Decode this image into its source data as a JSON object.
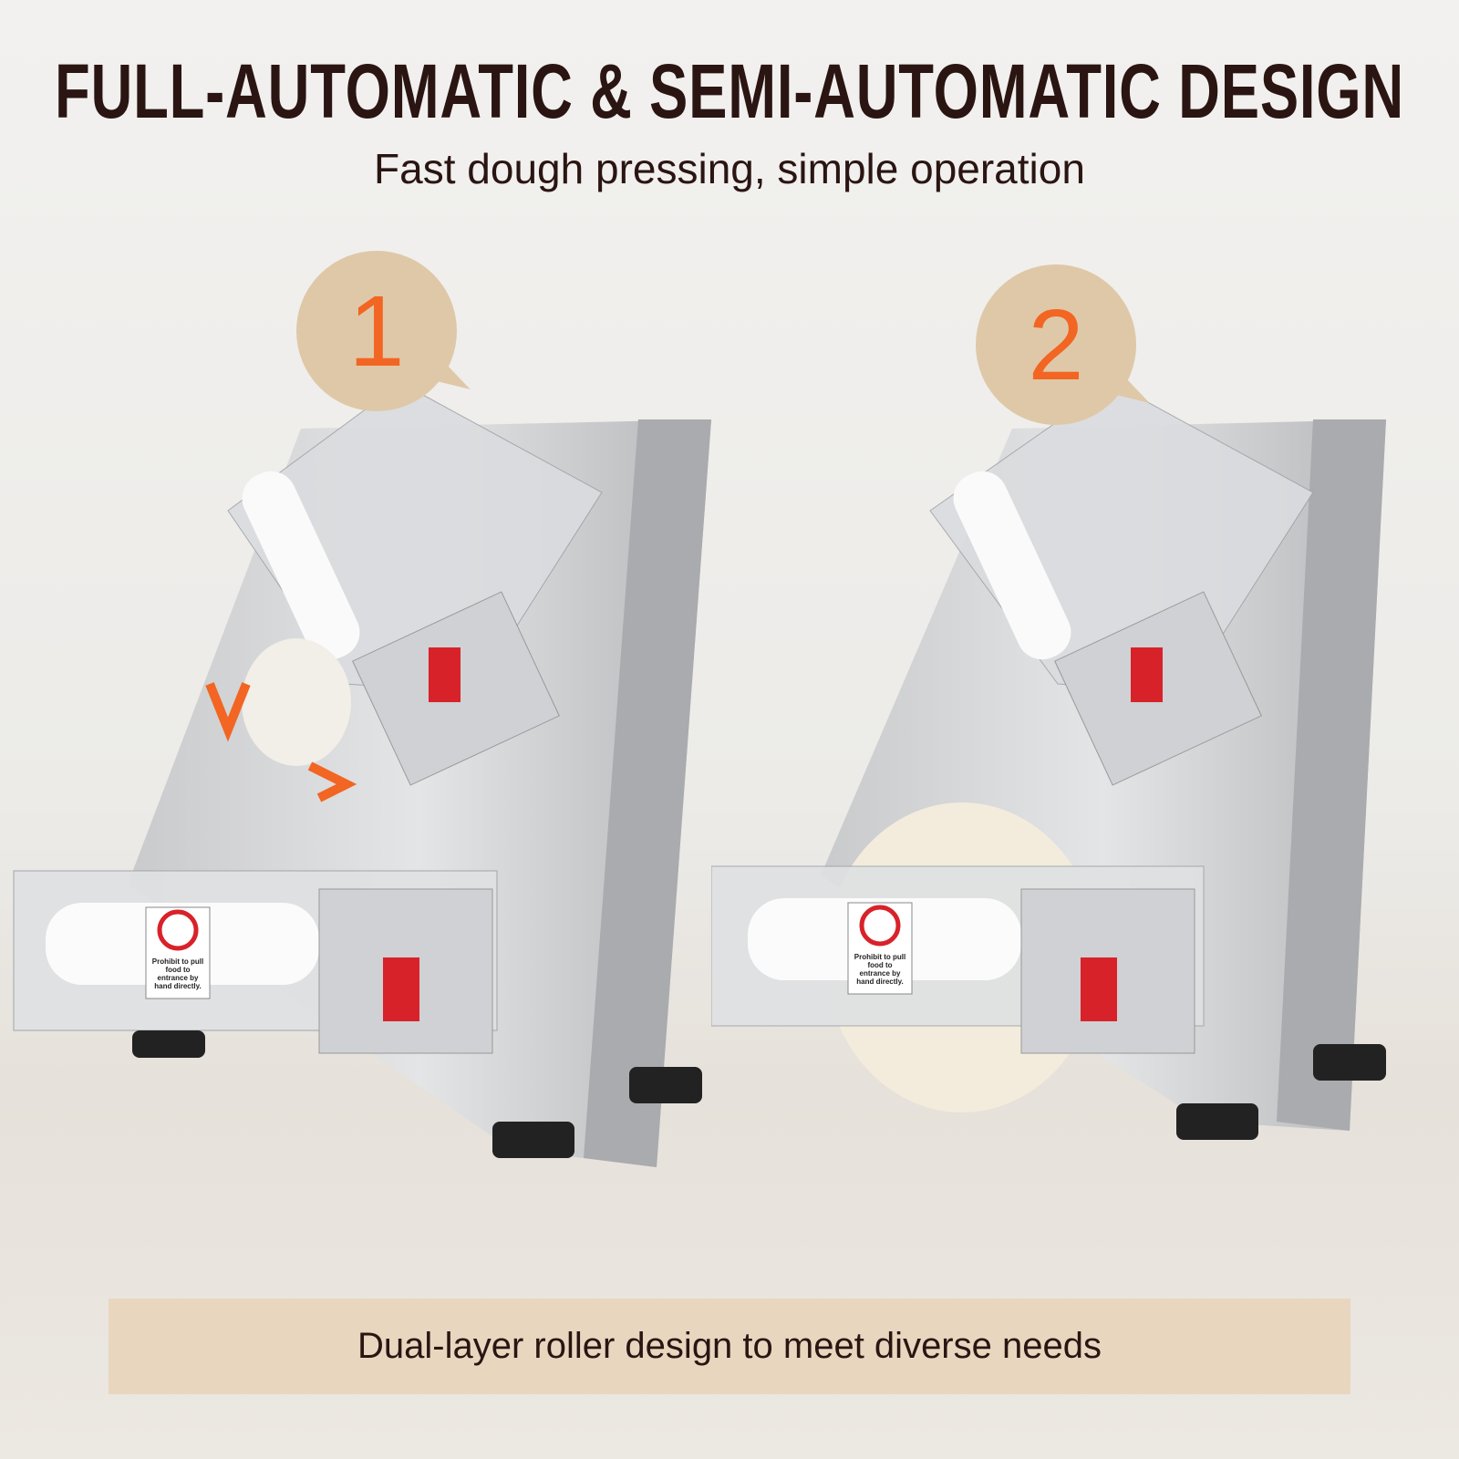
{
  "header": {
    "title": "FULL-AUTOMATIC & SEMI-AUTOMATIC DESIGN",
    "subtitle": "Fast dough pressing, simple operation"
  },
  "steps": [
    {
      "number": "1"
    },
    {
      "number": "2"
    }
  ],
  "sticker_text": "Prohibit to pull food to entrance by hand directly.",
  "banner": {
    "text": "Dual-layer roller design to meet diverse needs"
  },
  "colors": {
    "title": "#2a1512",
    "bubble": "#dfc8a8",
    "number": "#f26522",
    "banner": "#e8d6bf",
    "knob": "#d8222a",
    "arrow": "#f26522"
  }
}
